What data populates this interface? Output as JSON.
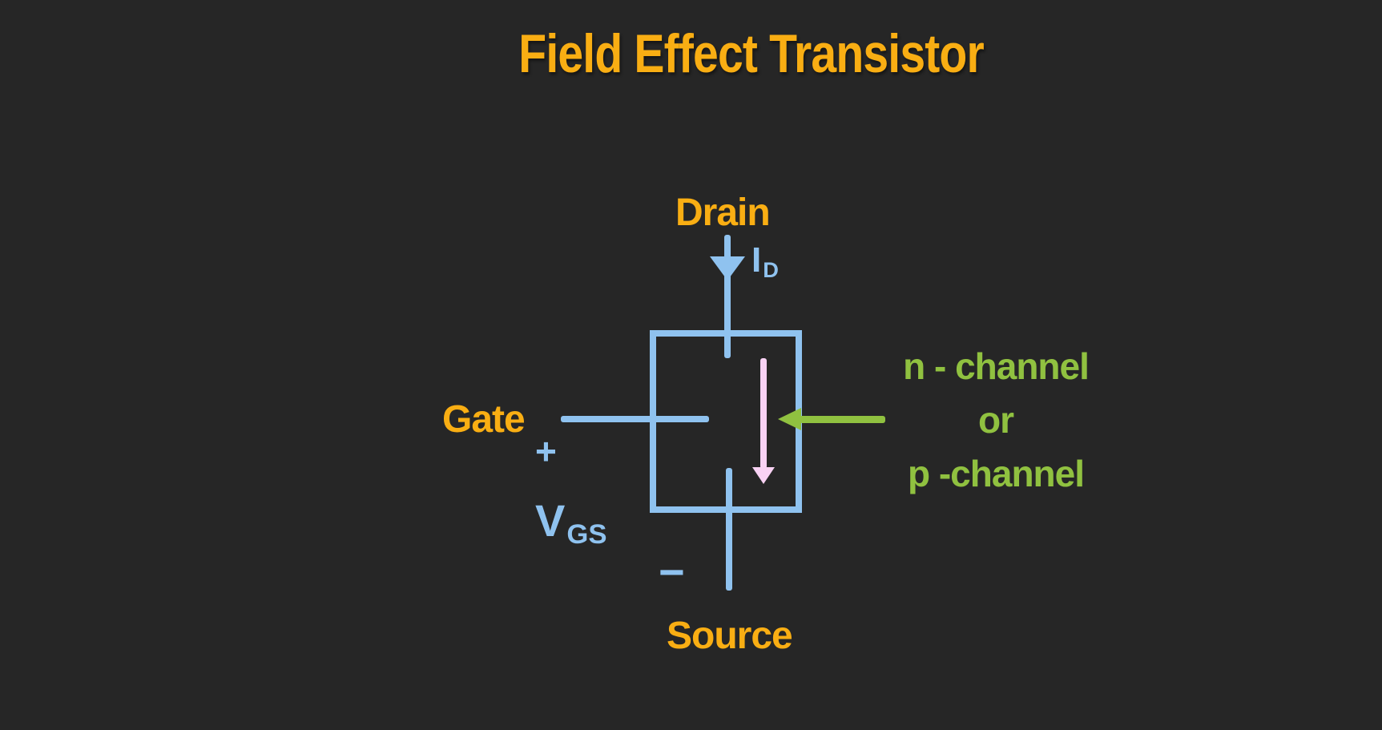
{
  "title": "Field Effect Transistor",
  "colors": {
    "background": "#262626",
    "label_orange": "#F9AE13",
    "wire_blue": "#8FC2EF",
    "current_pink": "#F9D2F4",
    "channel_green": "#90C140"
  },
  "diagram": {
    "terminals": {
      "drain": "Drain",
      "gate": "Gate",
      "source": "Source"
    },
    "drain_current": {
      "main": "I",
      "sub": "D"
    },
    "gate_voltage": {
      "main": "V",
      "sub": "GS"
    },
    "polarity": {
      "plus": "+",
      "minus": "−"
    },
    "channel_note": {
      "line1": "n - channel",
      "line2": "or",
      "line3": "p -channel"
    }
  }
}
